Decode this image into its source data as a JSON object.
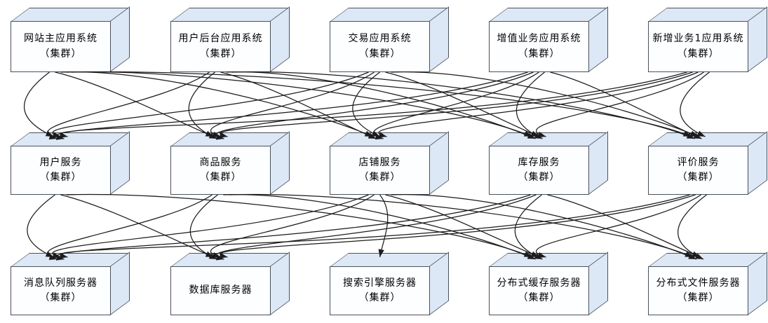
{
  "diagram": {
    "title": "",
    "background": "#ffffff",
    "colors": {
      "box_front": "#fdfeff",
      "box_shade": "#dce8f6",
      "box_border": "#4a5159",
      "arrow": "#1c1c1c",
      "text": "#000000"
    },
    "rows": [
      {
        "id": "applications",
        "boxes": [
          {
            "id": "t1",
            "label": "网站主应用系统",
            "sublabel": "（集群）"
          },
          {
            "id": "t2",
            "label": "用户后台应用系统",
            "sublabel": "（集群）"
          },
          {
            "id": "t3",
            "label": "交易应用系统",
            "sublabel": "（集群）"
          },
          {
            "id": "t4",
            "label": "增值业务应用系统",
            "sublabel": "（集群）"
          },
          {
            "id": "t5",
            "label": "新增业务1应用系统",
            "sublabel": "（集群）"
          }
        ]
      },
      {
        "id": "services",
        "boxes": [
          {
            "id": "m1",
            "label": "用户服务",
            "sublabel": "（集群）"
          },
          {
            "id": "m2",
            "label": "商品服务",
            "sublabel": "（集群）"
          },
          {
            "id": "m3",
            "label": "店铺服务",
            "sublabel": "（集群）"
          },
          {
            "id": "m4",
            "label": "库存服务",
            "sublabel": "（集群）"
          },
          {
            "id": "m5",
            "label": "评价服务",
            "sublabel": "（集群）"
          }
        ]
      },
      {
        "id": "servers",
        "boxes": [
          {
            "id": "b1",
            "label": "消息队列服务器",
            "sublabel": "（集群）"
          },
          {
            "id": "b2",
            "label": "数据库服务器",
            "sublabel": ""
          },
          {
            "id": "b3",
            "label": "搜索引擎服务器",
            "sublabel": "（集群）"
          },
          {
            "id": "b4",
            "label": "分布式缓存服务器",
            "sublabel": "（集群）"
          },
          {
            "id": "b5",
            "label": "分布式文件服务器",
            "sublabel": "（集群）"
          }
        ]
      }
    ],
    "edges": [
      {
        "from": "t1",
        "to": "m1"
      },
      {
        "from": "t1",
        "to": "m2"
      },
      {
        "from": "t1",
        "to": "m3"
      },
      {
        "from": "t1",
        "to": "m4"
      },
      {
        "from": "t1",
        "to": "m5"
      },
      {
        "from": "t2",
        "to": "m1"
      },
      {
        "from": "t2",
        "to": "m2"
      },
      {
        "from": "t2",
        "to": "m3"
      },
      {
        "from": "t2",
        "to": "m4"
      },
      {
        "from": "t2",
        "to": "m5"
      },
      {
        "from": "t3",
        "to": "m1"
      },
      {
        "from": "t3",
        "to": "m2"
      },
      {
        "from": "t3",
        "to": "m3"
      },
      {
        "from": "t3",
        "to": "m4"
      },
      {
        "from": "t3",
        "to": "m5"
      },
      {
        "from": "t4",
        "to": "m1"
      },
      {
        "from": "t4",
        "to": "m2"
      },
      {
        "from": "t4",
        "to": "m3"
      },
      {
        "from": "t4",
        "to": "m4"
      },
      {
        "from": "t4",
        "to": "m5"
      },
      {
        "from": "t5",
        "to": "m1"
      },
      {
        "from": "t5",
        "to": "m2"
      },
      {
        "from": "t5",
        "to": "m3"
      },
      {
        "from": "t5",
        "to": "m4"
      },
      {
        "from": "t5",
        "to": "m5"
      },
      {
        "from": "m1",
        "to": "b1"
      },
      {
        "from": "m2",
        "to": "b1"
      },
      {
        "from": "m3",
        "to": "b1"
      },
      {
        "from": "m4",
        "to": "b1"
      },
      {
        "from": "m5",
        "to": "b1"
      },
      {
        "from": "m1",
        "to": "b2"
      },
      {
        "from": "m2",
        "to": "b2"
      },
      {
        "from": "m3",
        "to": "b2"
      },
      {
        "from": "m4",
        "to": "b2"
      },
      {
        "from": "m5",
        "to": "b2"
      },
      {
        "from": "m3",
        "to": "b3"
      },
      {
        "from": "m1",
        "to": "b4"
      },
      {
        "from": "m2",
        "to": "b4"
      },
      {
        "from": "m3",
        "to": "b4"
      },
      {
        "from": "m4",
        "to": "b4"
      },
      {
        "from": "m5",
        "to": "b4"
      },
      {
        "from": "m2",
        "to": "b5"
      },
      {
        "from": "m3",
        "to": "b5"
      },
      {
        "from": "m4",
        "to": "b5"
      },
      {
        "from": "m5",
        "to": "b5"
      }
    ]
  }
}
